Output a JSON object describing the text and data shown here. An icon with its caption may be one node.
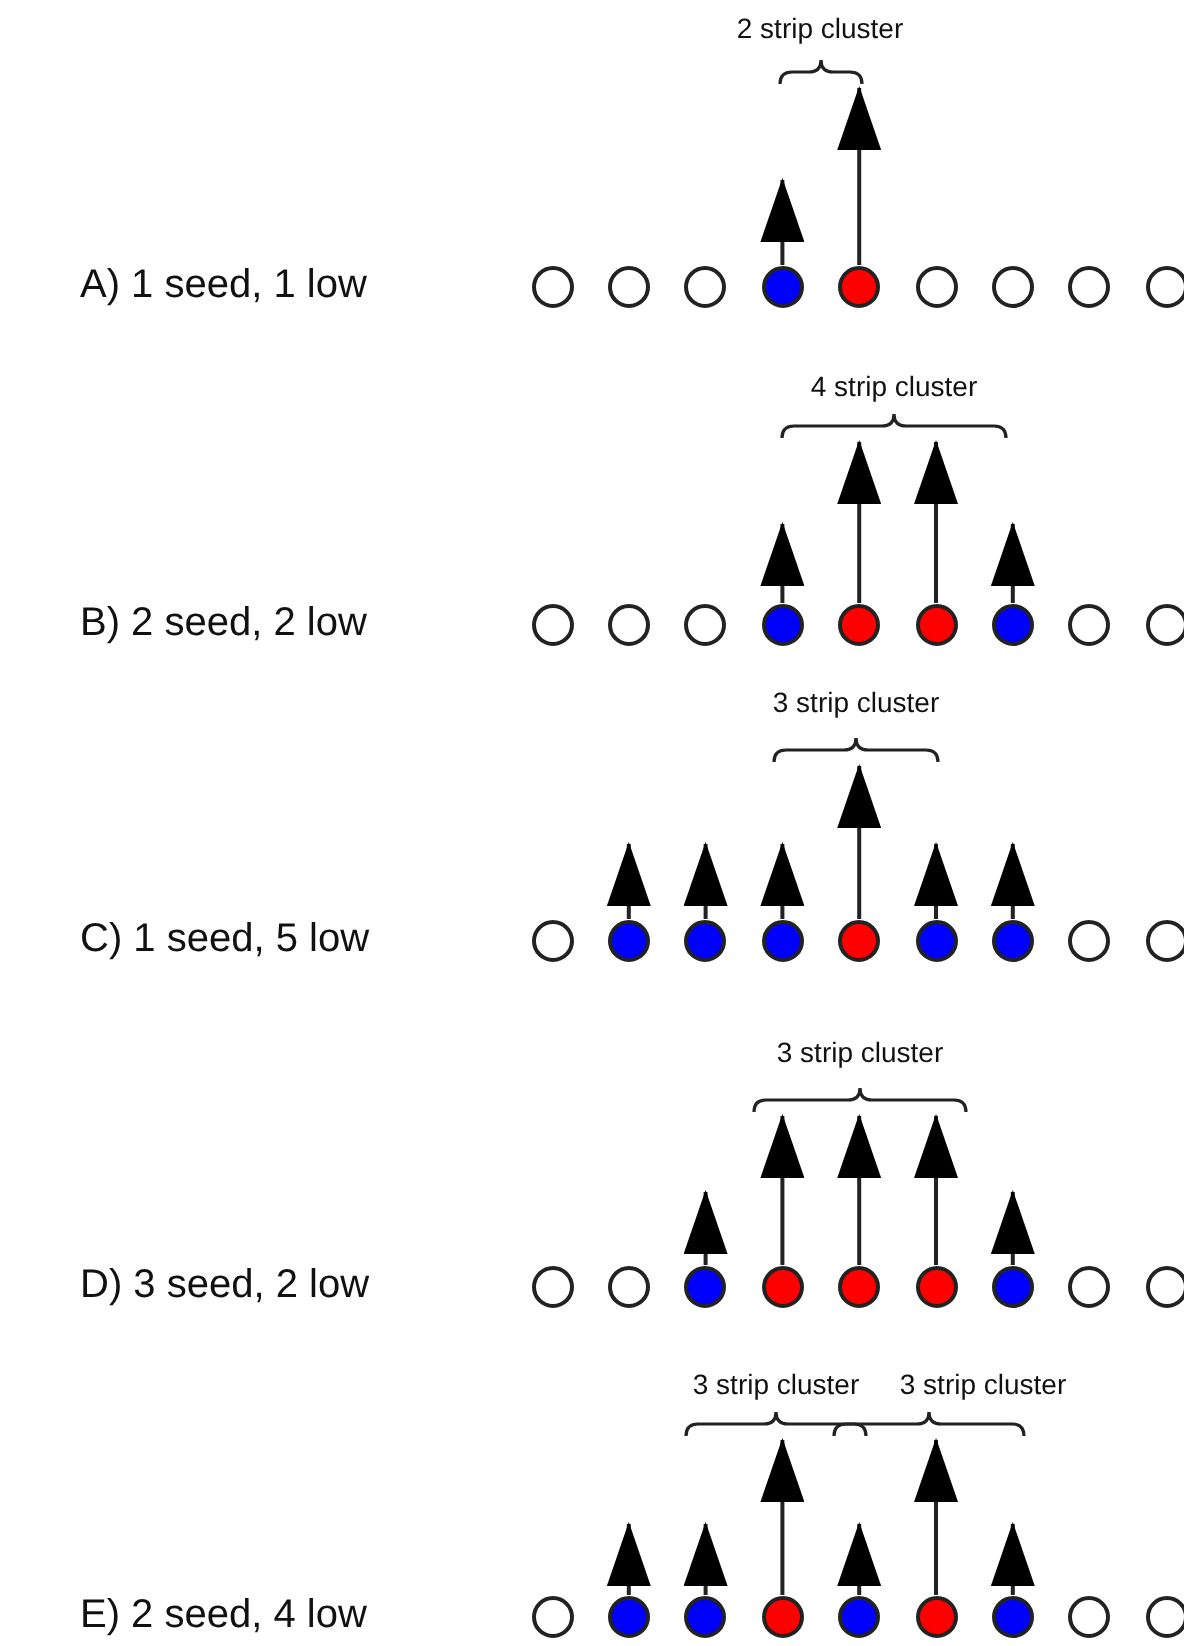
{
  "diagram": {
    "nodes": [
      {
        "text": [
          "2 strip cluster"
        ]
      },
      {
        "text": [],
        "shape": "circle"
      },
      {
        "text": [],
        "shape": "circle"
      },
      {
        "text": [],
        "shape": "circle"
      },
      {
        "text": [],
        "shape": "circle"
      },
      {
        "text": [],
        "shape": "circle"
      },
      {
        "text": [],
        "shape": "circle"
      },
      {
        "text": [],
        "shape": "circle"
      },
      {
        "text": [],
        "shape": "circle"
      },
      {
        "text": [],
        "shape": "circle"
      },
      {
        "text": [
          "4 strip cluster"
        ]
      },
      {
        "text": [],
        "shape": "circle"
      },
      {
        "text": [],
        "shape": "circle"
      },
      {
        "text": [],
        "shape": "circle"
      },
      {
        "text": [],
        "shape": "circle"
      },
      {
        "text": [],
        "shape": "circle"
      },
      {
        "text": [],
        "shape": "circle"
      },
      {
        "text": [],
        "shape": "circle"
      },
      {
        "text": [],
        "shape": "circle"
      },
      {
        "text": [],
        "shape": "circle"
      },
      {
        "text": [
          "3 strip cluster"
        ]
      },
      {
        "text": [],
        "shape": "circle"
      },
      {
        "text": [],
        "shape": "circle"
      },
      {
        "text": [],
        "shape": "circle"
      },
      {
        "text": [],
        "shape": "circle"
      },
      {
        "text": [],
        "shape": "circle"
      },
      {
        "text": [],
        "shape": "circle"
      },
      {
        "text": [],
        "shape": "circle"
      },
      {
        "text": [],
        "shape": "circle"
      },
      {
        "text": [],
        "shape": "circle"
      },
      {
        "text": [
          "3 strip cluster"
        ]
      },
      {
        "text": [],
        "shape": "circle"
      },
      {
        "text": [],
        "shape": "circle"
      },
      {
        "text": [],
        "shape": "circle"
      },
      {
        "text": [],
        "shape": "circle"
      },
      {
        "text": [],
        "shape": "circle"
      },
      {
        "text": [],
        "shape": "circle"
      },
      {
        "text": [],
        "shape": "circle"
      },
      {
        "text": [],
        "shape": "circle"
      },
      {
        "text": [],
        "shape": "circle"
      },
      {
        "text": [
          "3 strip cluster"
        ]
      },
      {
        "text": [
          "3 strip cluster"
        ]
      },
      {
        "text": [],
        "shape": "circle"
      },
      {
        "text": [],
        "shape": "circle"
      },
      {
        "text": [],
        "shape": "circle"
      },
      {
        "text": [],
        "shape": "circle"
      },
      {
        "text": [],
        "shape": "circle"
      },
      {
        "text": [],
        "shape": "circle"
      },
      {
        "text": [],
        "shape": "circle"
      },
      {
        "text": [],
        "shape": "circle"
      },
      {
        "text": [],
        "shape": "circle"
      }
    ],
    "edges": [
      {
        "from": 4,
        "to": null,
        "arrow": "to"
      },
      {
        "from": 5,
        "to": 0,
        "arrow": "to"
      },
      {
        "from": 14,
        "to": null,
        "arrow": "to"
      },
      {
        "from": 15,
        "to": 10,
        "arrow": "to"
      },
      {
        "from": 16,
        "to": 10,
        "arrow": "to"
      },
      {
        "from": 17,
        "to": null,
        "arrow": "to"
      },
      {
        "from": 22,
        "to": null,
        "arrow": "to"
      },
      {
        "from": 23,
        "to": null,
        "arrow": "to"
      },
      {
        "from": 24,
        "to": null,
        "arrow": "to"
      },
      {
        "from": 25,
        "to": 20,
        "arrow": "to"
      },
      {
        "from": 26,
        "to": null,
        "arrow": "to"
      },
      {
        "from": 27,
        "to": null,
        "arrow": "to"
      },
      {
        "from": 33,
        "to": null,
        "arrow": "to"
      },
      {
        "from": 34,
        "to": 30,
        "arrow": "to"
      },
      {
        "from": 35,
        "to": 30,
        "arrow": "to"
      },
      {
        "from": 36,
        "to": 30,
        "arrow": "to"
      },
      {
        "from": 37,
        "to": null,
        "arrow": "to"
      },
      {
        "from": 43,
        "to": null,
        "arrow": "to"
      },
      {
        "from": 44,
        "to": null,
        "arrow": "to"
      },
      {
        "from": 45,
        "to": 40,
        "arrow": "to"
      },
      {
        "from": 46,
        "to": null,
        "arrow": "to"
      },
      {
        "from": 47,
        "to": 41,
        "arrow": "to"
      },
      {
        "from": 48,
        "to": null,
        "arrow": "to"
      }
    ],
    "labels": [
      "A) 1 seed, 1 low",
      "B) 2 seed, 2 low",
      "C) 1 seed, 5 low",
      "D) 3 seed, 2 low",
      "E) 2 seed, 4 low"
    ]
  }
}
